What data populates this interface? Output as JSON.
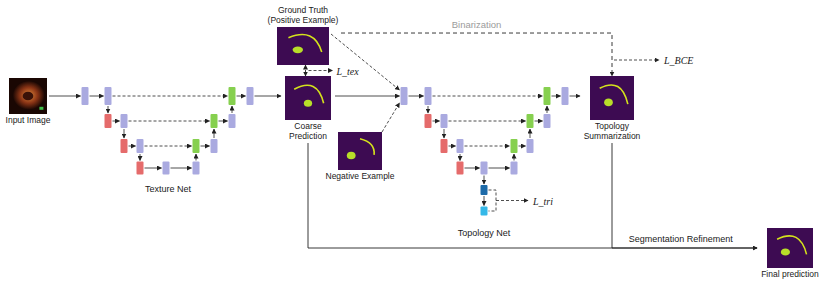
{
  "diagram": {
    "nodes": [
      {
        "text": [
          "Input Image"
        ]
      },
      {
        "text": [
          "Ground Truth (Positive Example)"
        ]
      },
      {
        "text": [
          "Coarse Prediction"
        ]
      },
      {
        "text": [
          "Negative Example"
        ]
      },
      {
        "text": [
          "Topology Summarization"
        ]
      },
      {
        "text": [
          "Final prediction"
        ]
      }
    ],
    "edges": [
      {
        "from": 1,
        "to": 2,
        "arrow": "both",
        "label": "L_tex"
      },
      {
        "from": 1,
        "to": 4,
        "arrow": "to",
        "label": "Binarization"
      },
      {
        "from": 2,
        "to": 5,
        "arrow": "to",
        "label": "Segmentation Refinement"
      },
      {
        "from": 4,
        "to": 5,
        "arrow": "to"
      }
    ],
    "labels": [
      "Texture Net",
      "L_tri",
      "Topology Net",
      "L_BCE"
    ]
  }
}
